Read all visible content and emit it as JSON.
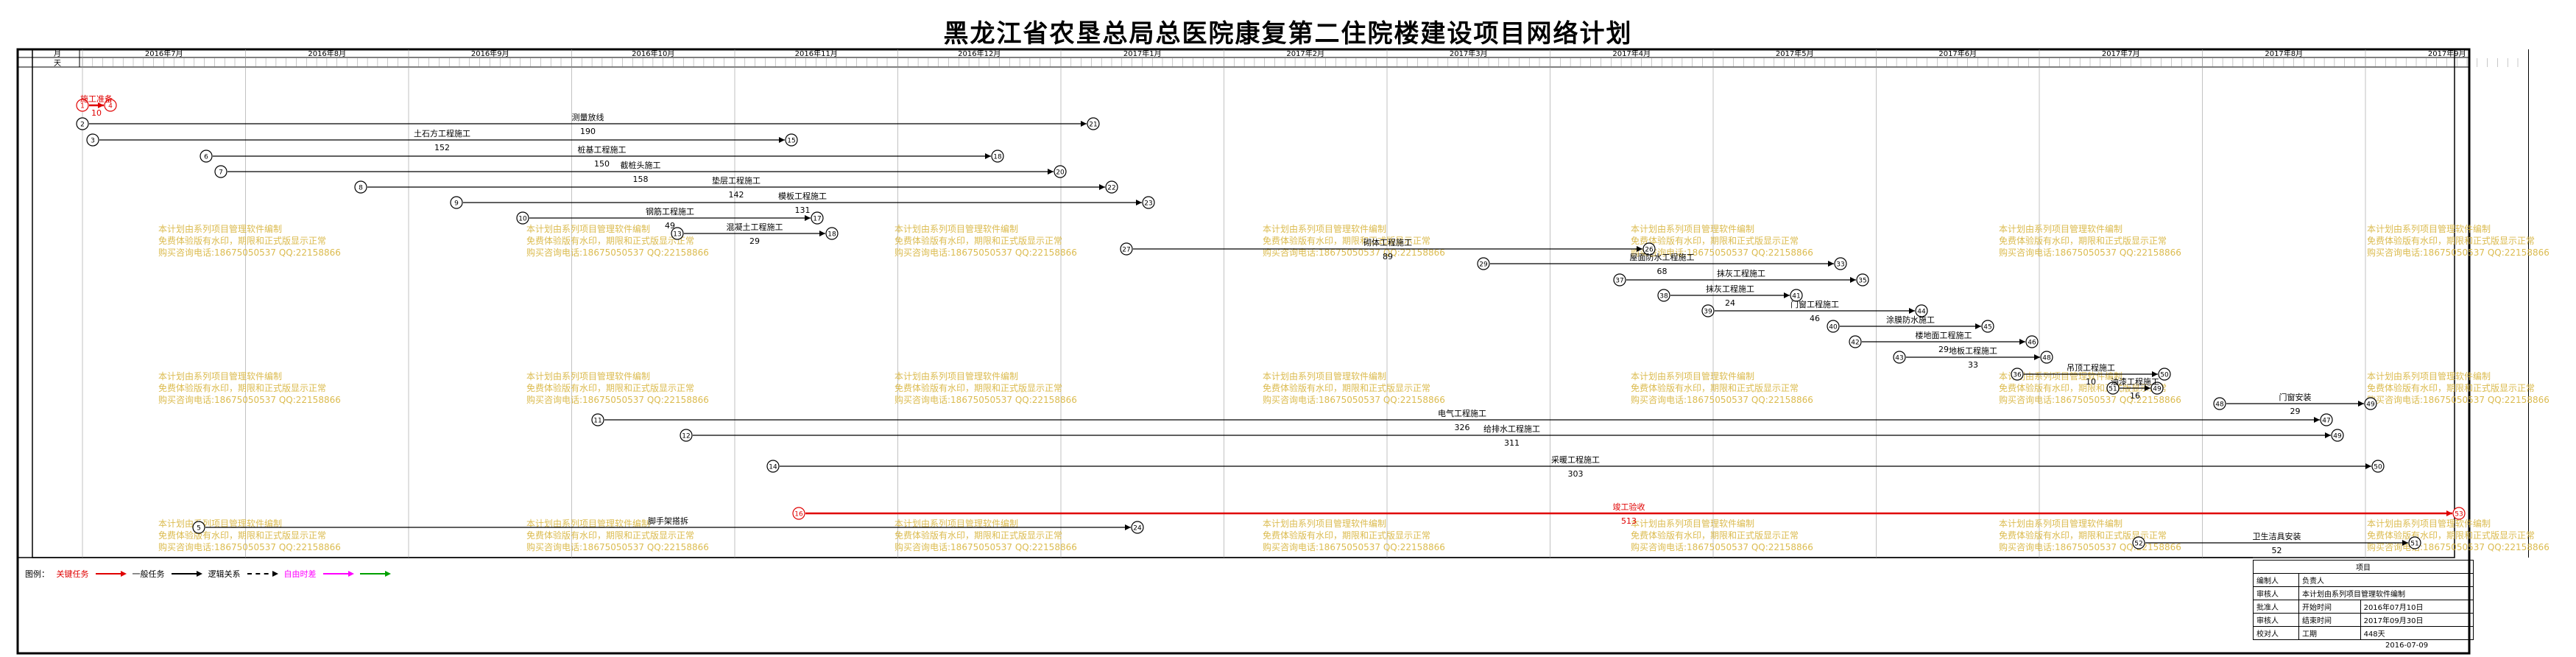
{
  "title": "黑龙江省农垦总局总医院康复第二住院楼建设项目网络计划",
  "header": {
    "row_labels": [
      "月",
      "天"
    ],
    "months": [
      "2016年7月",
      "2016年8月",
      "2016年9月",
      "2016年10月",
      "2016年11月",
      "2016年12月",
      "2017年1月",
      "2017年2月",
      "2017年3月",
      "2017年4月",
      "2017年5月",
      "2017年6月",
      "2017年7月",
      "2017年8月",
      "2017年9月"
    ]
  },
  "tasks": [
    {
      "id": "t1",
      "name": "施工准备",
      "duration": "10",
      "from": "1",
      "to": "4",
      "critical": true
    },
    {
      "id": "t2",
      "name": "测量放线",
      "duration": "190",
      "from": "2",
      "to": "21",
      "critical": false
    },
    {
      "id": "t3",
      "name": "土石方工程施工",
      "duration": "152",
      "from": "3",
      "to": "15",
      "critical": false
    },
    {
      "id": "t4",
      "name": "桩基工程施工",
      "duration": "150",
      "from": "6",
      "to": "18",
      "critical": false
    },
    {
      "id": "t5",
      "name": "截桩头施工",
      "duration": "158",
      "from": "7",
      "to": "20",
      "critical": false
    },
    {
      "id": "t6",
      "name": "垫层工程施工",
      "duration": "142",
      "from": "8",
      "to": "22",
      "critical": false
    },
    {
      "id": "t7",
      "name": "模板工程施工",
      "duration": "131",
      "from": "9",
      "to": "23",
      "critical": false
    },
    {
      "id": "t8",
      "name": "钢筋工程施工",
      "duration": "49",
      "from": "10",
      "to": "17",
      "critical": false
    },
    {
      "id": "t9",
      "name": "混凝土工程施工",
      "duration": "29",
      "from": "13",
      "to": "18",
      "critical": false
    },
    {
      "id": "t10",
      "name": "砌体工程施工",
      "duration": "89",
      "from": "27",
      "to": "26",
      "critical": false
    },
    {
      "id": "t11",
      "name": "屋面防水工程施工",
      "duration": "68",
      "from": "29",
      "to": "33",
      "critical": false
    },
    {
      "id": "t12",
      "name": "抹灰工程施工",
      "duration": "",
      "from": "37",
      "to": "35",
      "critical": false
    },
    {
      "id": "t13",
      "name": "抹灰工程施工",
      "duration": "24",
      "from": "38",
      "to": "41",
      "critical": false
    },
    {
      "id": "t14",
      "name": "门窗工程施工",
      "duration": "46",
      "from": "39",
      "to": "44",
      "critical": false
    },
    {
      "id": "t15",
      "name": "涂膜防水施工",
      "duration": "",
      "from": "40",
      "to": "45",
      "critical": false
    },
    {
      "id": "t16",
      "name": "楼地面工程施工",
      "duration": "29",
      "from": "42",
      "to": "46",
      "critical": false
    },
    {
      "id": "t17",
      "name": "地板工程施工",
      "duration": "33",
      "from": "43",
      "to": "48",
      "critical": false
    },
    {
      "id": "t18",
      "name": "吊顶工程施工",
      "duration": "10",
      "from": "36",
      "to": "50",
      "critical": false
    },
    {
      "id": "t19",
      "name": "油漆工程施工",
      "duration": "16",
      "from": "51",
      "to": "49",
      "critical": false
    },
    {
      "id": "t20",
      "name": "门窗安装",
      "duration": "29",
      "from": "48",
      "to": "49",
      "critical": false
    },
    {
      "id": "t21",
      "name": "电气工程施工",
      "duration": "326",
      "from": "11",
      "to": "47",
      "critical": false
    },
    {
      "id": "t22",
      "name": "给排水工程施工",
      "duration": "311",
      "from": "12",
      "to": "49",
      "critical": false
    },
    {
      "id": "t23",
      "name": "采暖工程施工",
      "duration": "303",
      "from": "14",
      "to": "50",
      "critical": false
    },
    {
      "id": "t24",
      "name": "竣工验收",
      "duration": "513",
      "from": "16",
      "to": "53",
      "critical": true
    },
    {
      "id": "t25",
      "name": "脚手架搭拆",
      "duration": "",
      "from": "5",
      "to": "24",
      "critical": false
    },
    {
      "id": "t26",
      "name": "卫生洁具安装",
      "duration": "52",
      "from": "52",
      "to": "51",
      "critical": false
    }
  ],
  "legend": {
    "label": "图例：",
    "critical": "关键任务",
    "normal": "一般任务",
    "logic": "逻辑关系",
    "free": "自由时差",
    "other": ""
  },
  "info": {
    "heading": "项目",
    "row1": [
      "编制人",
      "负责人"
    ],
    "row2": [
      "审核人",
      "本计划由系列项目管理软件编制"
    ],
    "row3": [
      "批准人",
      "开始时间",
      "2016年07月10日"
    ],
    "row4": [
      "审核人",
      "结束时间",
      "2017年09月30日"
    ],
    "row5": [
      "校对人",
      "工期",
      "448天"
    ],
    "date": "2016-07-09"
  },
  "watermark": [
    "本计划由系列项目管理软件编制",
    "免费体验版有水印，期限和正式版显示正常",
    "购买咨询电话:18675050537 QQ:22158866"
  ],
  "colors": {
    "critical": "#e00000",
    "normal": "#000000",
    "watermark": "#d8b43c",
    "free": "#ff00ff",
    "logic": "#00a000"
  }
}
